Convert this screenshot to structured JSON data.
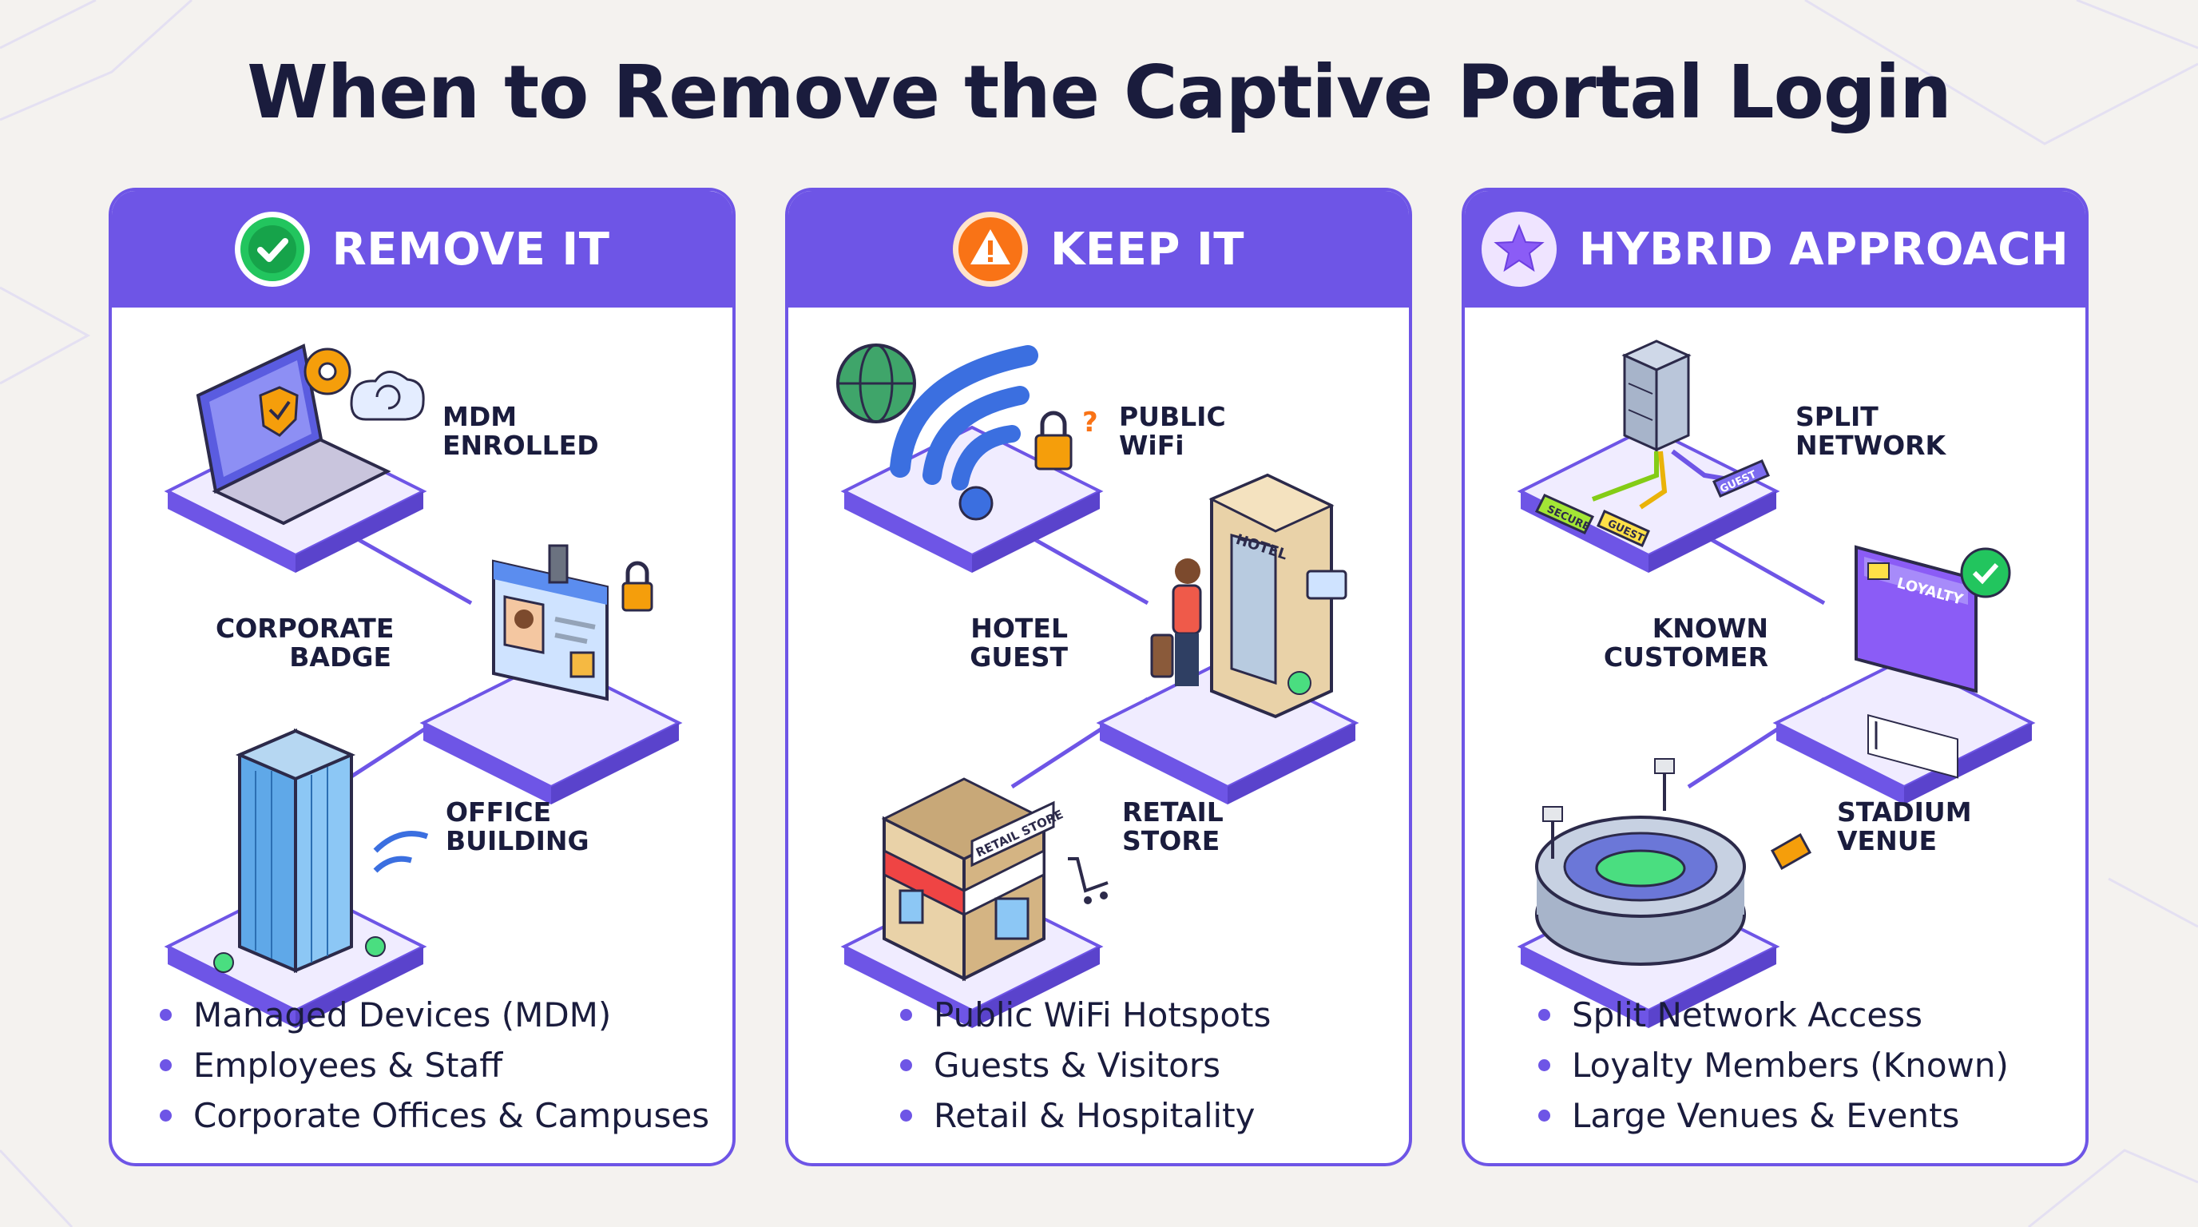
{
  "title": "When to Remove the Captive Portal Login",
  "colors": {
    "accent": "#6e55e6",
    "background": "#f4f2ef",
    "text": "#1a1c3d",
    "remove_badge": "#22c55e",
    "keep_badge": "#f97316",
    "hybrid_badge": "#8b5cf6"
  },
  "panels": [
    {
      "header": "REMOVE IT",
      "icon": "check-circle-icon",
      "scenes": [
        {
          "label": "MDM\nENROLLED",
          "icon": "laptop-shield-icon"
        },
        {
          "label": "CORPORATE\nBADGE",
          "icon": "id-badge-icon"
        },
        {
          "label": "OFFICE\nBUILDING",
          "icon": "office-building-icon"
        }
      ],
      "bullets": [
        "Managed Devices (MDM)",
        "Employees & Staff",
        "Corporate Offices & Campuses"
      ]
    },
    {
      "header": "KEEP IT",
      "icon": "warning-triangle-icon",
      "scenes": [
        {
          "label": "PUBLIC\nWiFi",
          "icon": "wifi-globe-icon"
        },
        {
          "label": "HOTEL\nGUEST",
          "icon": "hotel-icon"
        },
        {
          "label": "RETAIL\nSTORE",
          "icon": "retail-store-icon"
        }
      ],
      "bullets": [
        "Public WiFi Hotspots",
        "Guests & Visitors",
        "Retail & Hospitality"
      ]
    },
    {
      "header": "HYBRID APPROACH",
      "icon": "star-icon",
      "scenes": [
        {
          "label": "SPLIT\nNETWORK",
          "icon": "server-split-icon",
          "tags": [
            "SECURE",
            "GUEST",
            "GUEST"
          ]
        },
        {
          "label": "KNOWN\nCUSTOMER",
          "icon": "loyalty-card-icon",
          "tags": [
            "LOYALTY"
          ]
        },
        {
          "label": "STADIUM\nVENUE",
          "icon": "stadium-icon"
        }
      ],
      "bullets": [
        "Split Network Access",
        "Loyalty Members (Known)",
        "Large Venues & Events"
      ]
    }
  ],
  "scene_text": {
    "hotel_sign": "HOTEL",
    "retail_sign": "RETAIL STORE"
  }
}
